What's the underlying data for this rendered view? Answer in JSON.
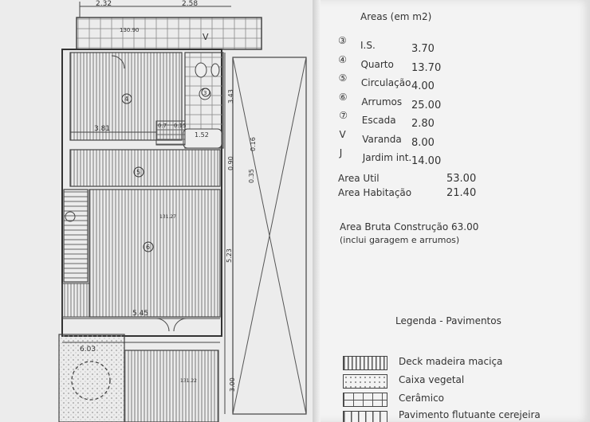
{
  "plan": {
    "dim_top_left": "2.32",
    "dim_top_mid": "2.58",
    "area_top": "130.90",
    "room_label_top": "V",
    "dim_3_81": "3.81",
    "dim_0_7": "0.7",
    "dim_0_15": "0.15",
    "dim_1_52": "1.52",
    "dim_3_43": "3.43",
    "dim_0_16": "0.16",
    "dim_0_90": "0.90",
    "dim_0_35": "0.35",
    "dim_5_23": "5.23",
    "dim_5_45": "5.45",
    "dim_6_03": "6.03",
    "dim_3_00": "3.00",
    "area_mid": "131.27",
    "area_bottom": "131.22",
    "room_num_4": "4",
    "room_num_5": "5",
    "room_num_6": "6",
    "room_num_3": "3"
  },
  "areas": {
    "title": "Areas (em m2)",
    "rows": [
      {
        "sym": "③",
        "label": "I.S.",
        "value": "3.70"
      },
      {
        "sym": "④",
        "label": "Quarto",
        "value": "13.70"
      },
      {
        "sym": "⑤",
        "label": "Circulação",
        "value": "4.00"
      },
      {
        "sym": "⑥",
        "label": "Arrumos",
        "value": "25.00"
      },
      {
        "sym": "⑦",
        "label": "Escada",
        "value": "2.80"
      },
      {
        "sym": "V",
        "label": "Varanda",
        "value": "8.00"
      },
      {
        "sym": "J",
        "label": "Jardim int.",
        "value": "14.00"
      }
    ],
    "util_label": "Area Util",
    "util_value": "53.00",
    "hab_label": "Area Habitação",
    "hab_value": "21.40",
    "bruta_line": "Area Bruta Construção 63.00",
    "bruta_note": "(inclui garagem e arrumos)"
  },
  "legend": {
    "title": "Legenda - Pavimentos",
    "items": [
      {
        "label": "Deck madeira maciça"
      },
      {
        "label": "Caixa vegetal"
      },
      {
        "label": "Cerâmico"
      },
      {
        "label": "Pavimento flutuante cerejeira"
      }
    ]
  }
}
